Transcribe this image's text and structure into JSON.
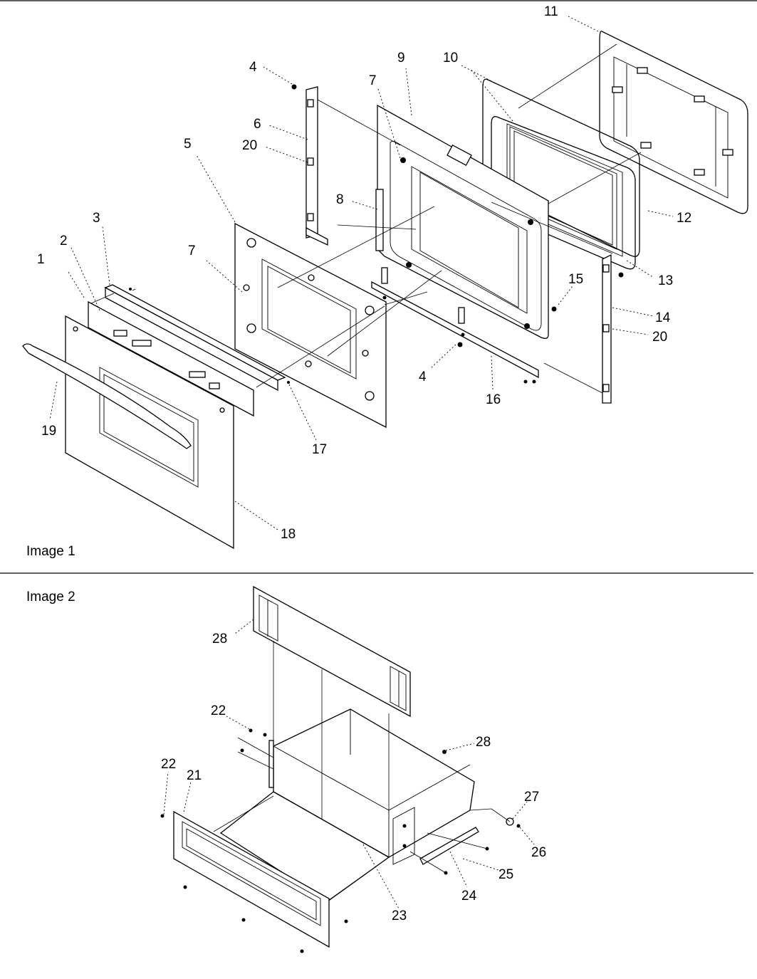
{
  "image1": {
    "caption": "Image 1",
    "callouts": [
      "1",
      "2",
      "3",
      "4",
      "5",
      "6",
      "7",
      "8",
      "9",
      "10",
      "11",
      "12",
      "13",
      "14",
      "15",
      "16",
      "17",
      "18",
      "19",
      "20",
      "20",
      "4",
      "7"
    ]
  },
  "image2": {
    "caption": "Image 2",
    "callouts": [
      "21",
      "22",
      "22",
      "23",
      "24",
      "25",
      "26",
      "27",
      "28",
      "28"
    ]
  }
}
